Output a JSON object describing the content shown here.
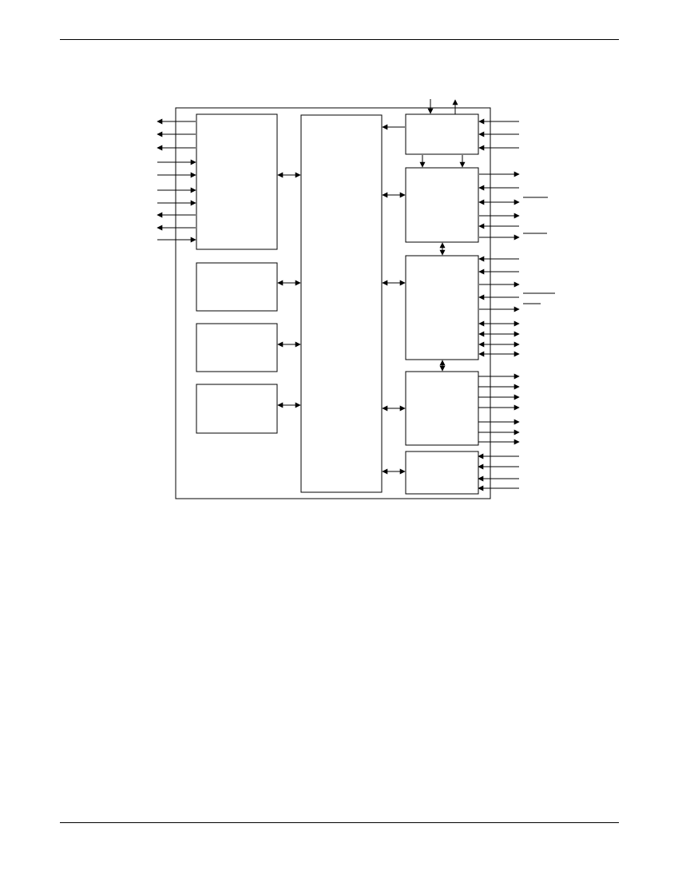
{
  "diagram": {
    "blocks": [
      {
        "id": "left-top-block"
      },
      {
        "id": "left-block-2"
      },
      {
        "id": "left-block-3"
      },
      {
        "id": "left-block-4"
      },
      {
        "id": "central-bus-block"
      },
      {
        "id": "right-block-1"
      },
      {
        "id": "right-block-2"
      },
      {
        "id": "right-block-3"
      },
      {
        "id": "right-block-4"
      },
      {
        "id": "right-block-5"
      }
    ],
    "connectors": {
      "left_signal_directions": [
        "out",
        "out",
        "out",
        "in",
        "in",
        "in",
        "in",
        "out",
        "out",
        "in"
      ],
      "right_signal_directions_block1": [
        "in",
        "in",
        "in"
      ],
      "right_signal_directions_block2": [
        "out",
        "in",
        "bidir",
        "out",
        "in",
        "out"
      ],
      "right_signal_directions_block3": [
        "in",
        "in",
        "out",
        "in",
        "out",
        "bidir",
        "bidir",
        "bidir",
        "bidir"
      ],
      "right_signal_directions_block4": [
        "out",
        "out",
        "out",
        "out",
        "out",
        "out",
        "out"
      ],
      "right_signal_directions_block5": [
        "in",
        "in",
        "in",
        "in"
      ]
    },
    "colors": {
      "line": "#000000",
      "background": "#ffffff"
    }
  }
}
